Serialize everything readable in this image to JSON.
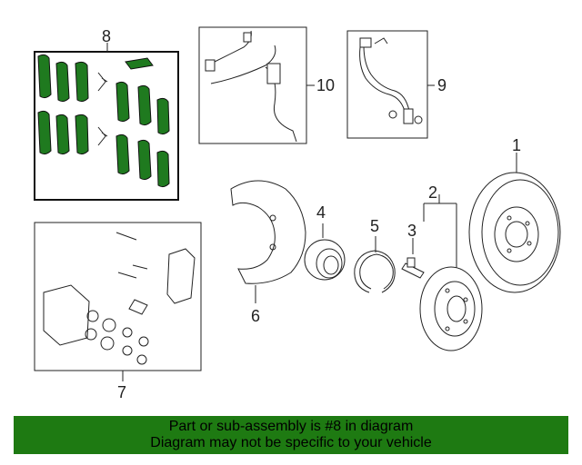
{
  "diagram": {
    "callouts": [
      {
        "id": "1",
        "label": "1"
      },
      {
        "id": "2",
        "label": "2"
      },
      {
        "id": "3",
        "label": "3"
      },
      {
        "id": "4",
        "label": "4"
      },
      {
        "id": "5",
        "label": "5"
      },
      {
        "id": "6",
        "label": "6"
      },
      {
        "id": "7",
        "label": "7"
      },
      {
        "id": "8",
        "label": "8"
      },
      {
        "id": "9",
        "label": "9"
      },
      {
        "id": "10",
        "label": "10"
      }
    ],
    "highlight_color": "#1e7a12"
  },
  "banner": {
    "line1": "Part or sub-assembly is #8 in diagram",
    "line2": "Diagram may not be specific to your vehicle"
  }
}
